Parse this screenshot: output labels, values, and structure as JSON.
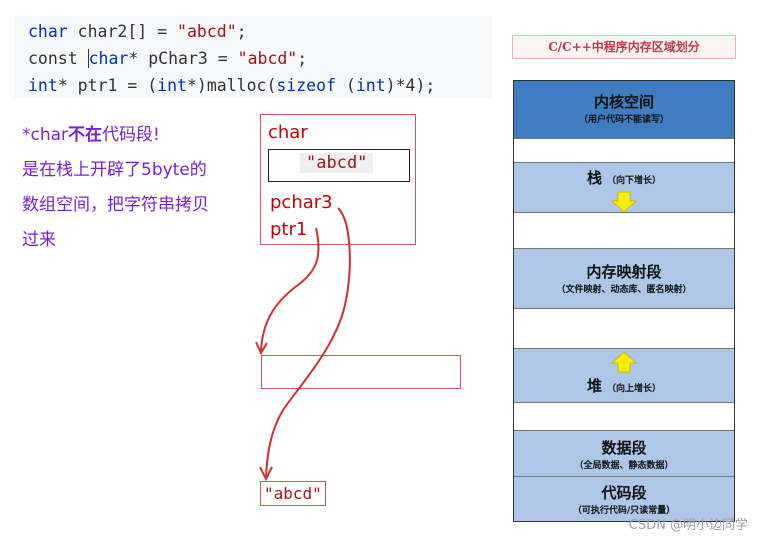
{
  "code": {
    "line1": {
      "type": "char",
      "rest": " char2[] = ",
      "str": "\"abcd\"",
      "end": ";"
    },
    "line2": {
      "kw": "const ",
      "type": "char",
      "rest": "* pChar3 = ",
      "str": "\"abcd\"",
      "end": ";"
    },
    "line3": {
      "type": "int",
      "rest": "* ptr1 = (",
      "cast": "int",
      "rest2": "*)malloc(",
      "sizeof": "sizeof",
      "rest3": " (",
      "int2": "int",
      "end": ")*4);"
    }
  },
  "note": {
    "line1_a": "*char",
    "line1_b": "不在",
    "line1_c": "代码段!",
    "line2": "是在栈上开辟了5byte的",
    "line3": "数组空间，把字符串拷贝",
    "line4": "过来"
  },
  "stack_box": {
    "label": "char",
    "inner_value": "\"abcd\"",
    "pchar3": "pchar3",
    "ptr1": "ptr1"
  },
  "bottom_value": "\"abcd\"",
  "memory_layout": {
    "title": "C/C++中程序内存区域划分",
    "segments": [
      {
        "main": "内核空间",
        "sub": "（用户代码不能读写）"
      },
      {
        "main": "栈",
        "sub": "（向下增长）"
      },
      {
        "main": "内存映射段",
        "sub": "（文件映射、动态库、匿名映射）"
      },
      {
        "main": "堆",
        "sub": "（向上增长）"
      },
      {
        "main": "数据段",
        "sub": "（全局数据、静态数据）"
      },
      {
        "main": "代码段",
        "sub": "（可执行代码/只读常量）"
      }
    ]
  },
  "watermark": "CSDN @明小边同学",
  "colors": {
    "annotation_red": "#d32f2f",
    "note_purple": "#7b1fd6",
    "kernel_blue": "#3f7cc2",
    "segment_light_blue": "#aec6e8",
    "arrow_yellow": "#ffee00"
  },
  "icons": {
    "down_arrow": "down-arrow-icon",
    "up_arrow": "up-arrow-icon"
  }
}
